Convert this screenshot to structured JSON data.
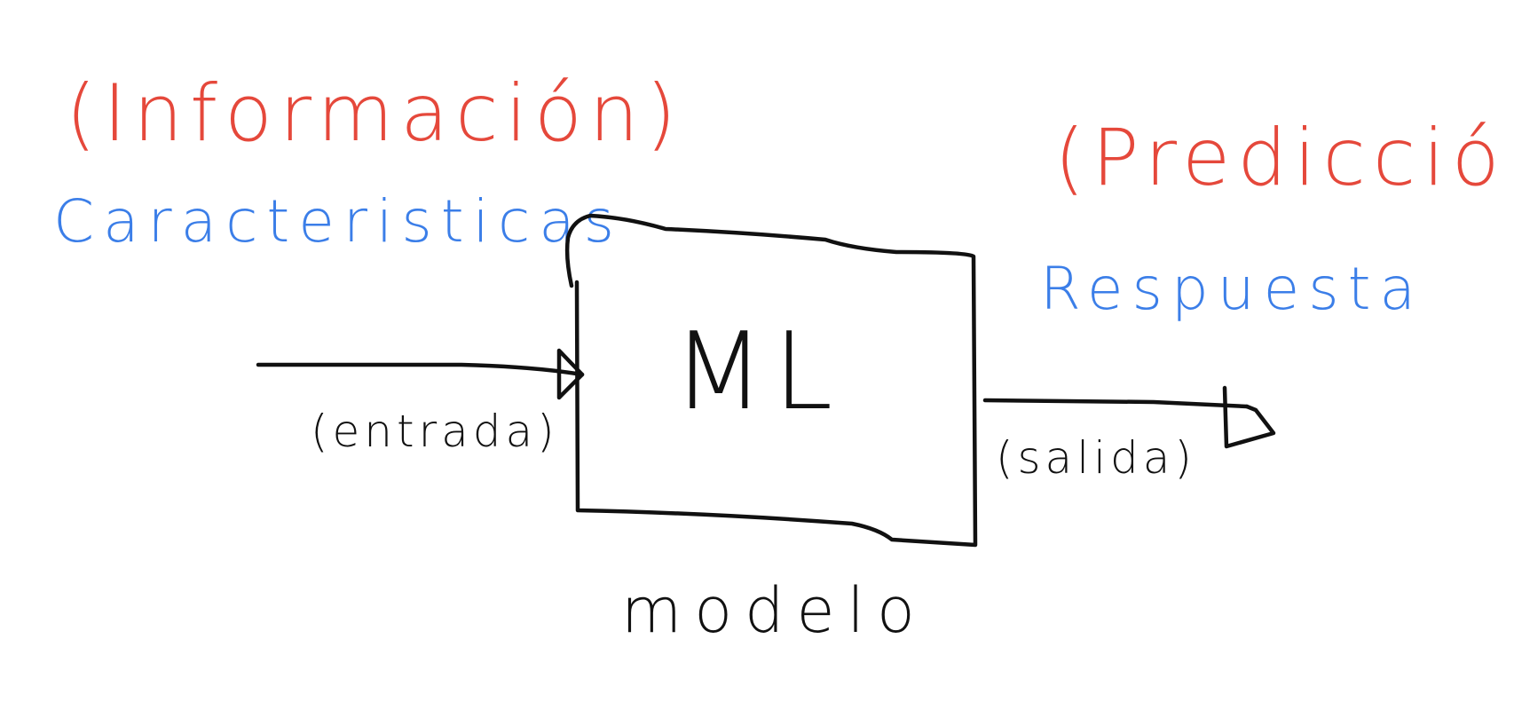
{
  "colors": {
    "ink": "#111111",
    "red": "#e5483b",
    "blue": "#3b7ee8",
    "background": "#ffffff"
  },
  "diagram": {
    "input_info_label": "(Información)",
    "input_features_label": "Caracteristicas",
    "input_arrow_label": "(entrada)",
    "model_box_label": "ML",
    "model_caption": "modelo",
    "output_info_label": "(Predicción)",
    "output_response_label": "Respuesta",
    "output_arrow_label": "(salida)"
  }
}
